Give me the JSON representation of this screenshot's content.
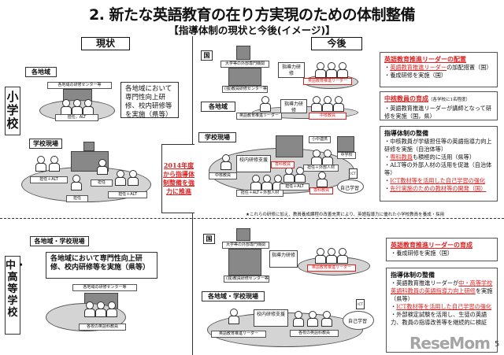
{
  "title": "2. 新たな英語教育の在り方実現のための体制整備",
  "subtitle": "【指導体制の現状と今後(イメージ)】",
  "current_label": "現状",
  "future_label": "今後",
  "elementary": {
    "side_label": "小学校",
    "current": {
      "region_label": "各地域",
      "center_label": "各地域の研修センター等",
      "region_group": "担任，ALT",
      "region_text": "各地域において専門性向上研修、校内研修等を実施（県等）",
      "school_label": "学校現場",
      "groups": [
        "担任＋ALT",
        "担任",
        "担任",
        "担任＋ALT"
      ]
    },
    "callout": "2014年度から指導体制整備を強力に推進",
    "future": {
      "country_label": "国",
      "univ_label": "大学等の外部専門機関",
      "center_label": "(独)教員研修センター等",
      "arrow1": "指導力研修",
      "leaders": "英語教育推進リーダー",
      "region_label": "各地域",
      "region_leader": "英語教育推進リーダー",
      "arrow2": "指導力研修",
      "core_teachers": "中核教員",
      "school_label": "学校現場",
      "arrow3": "校内研修支援",
      "link": "小中連携",
      "jhs": "中学校",
      "tags": [
        "中核教員",
        "専科教員",
        "担任＋外部人材",
        "担任＋ALT",
        "担任＋ALT＋外部人材",
        "専科教員"
      ],
      "self_study": "自己学習",
      "ict": "ICT"
    },
    "boxes": [
      {
        "heading": "英語教育推進リーダーの配置",
        "items": [
          {
            "red": "英語教育推進リーダー",
            "rest": "の加配措置（国）"
          },
          {
            "red": "",
            "rest": "養成研修を実施（国）"
          }
        ]
      },
      {
        "heading": "中核教員の育成",
        "note": "（各学校に1名程度）",
        "items": [
          {
            "red": "",
            "rest": "英語教育推進リーダーが講師となって研修を実施（国，県）"
          }
        ]
      },
      {
        "heading": "指導体制の整備",
        "items": [
          {
            "red": "",
            "rest": "中核教員が学級担任等の英語指導力向上研修を実施（自治体等）"
          },
          {
            "red": "専科教員",
            "rest": "も積極的に活用（県等）"
          },
          {
            "red": "",
            "rest": "ALT等の外部人材の活用を促進（自治体等）"
          },
          {
            "red": "ICT教材等を活用した自己学習の強化",
            "rest": ""
          },
          {
            "red": "先行実施のための教材等の開発（国）",
            "rest": ""
          }
        ]
      }
    ],
    "footnote": "★これらの研修に加え、教員養成課程の改善充実により、英語指導力に優れた小学校教員を養成・採用"
  },
  "secondary": {
    "side_label": "中・高等学校",
    "current": {
      "region_label": "各地域・学校現場",
      "text": "各地域において専門性向上研修、校内研修等を実施（県等）",
      "center_label": "各地域の研修センター等",
      "group": "各校の英語科教員"
    },
    "future": {
      "country_label": "国",
      "univ_label": "大学等の外部専門機関",
      "center_label": "(独)教員研修センター等",
      "arrow1": "指導力研修",
      "leaders": "英語教育推進リーダー",
      "region_label": "各地域・学校現場",
      "arrow2": "校内研修支援",
      "leader": "英語教育推進リーダー",
      "teachers": "各校の英語科教員",
      "self_study": "自己学習",
      "ict": "ICT"
    },
    "boxes": [
      {
        "heading": "英語教育推進リーダーの育成",
        "items": [
          {
            "red": "",
            "rest": "養成研修を実施（国）"
          }
        ]
      },
      {
        "heading": "指導体制の整備",
        "items": [
          {
            "pre": "英語教育推進リーダーが",
            "red": "中・高等学校英語科教員の英語指導力向上研修",
            "rest": "を実施（県等）"
          },
          {
            "red": "ICT教材等を活用した自己学習の強化",
            "rest": ""
          },
          {
            "red": "",
            "rest": "外部検定試験を活用し、生徒の英語力、教員の指導改善等を継続的に検証"
          }
        ]
      }
    ]
  },
  "watermark": "ReseMom",
  "page_number": "5"
}
